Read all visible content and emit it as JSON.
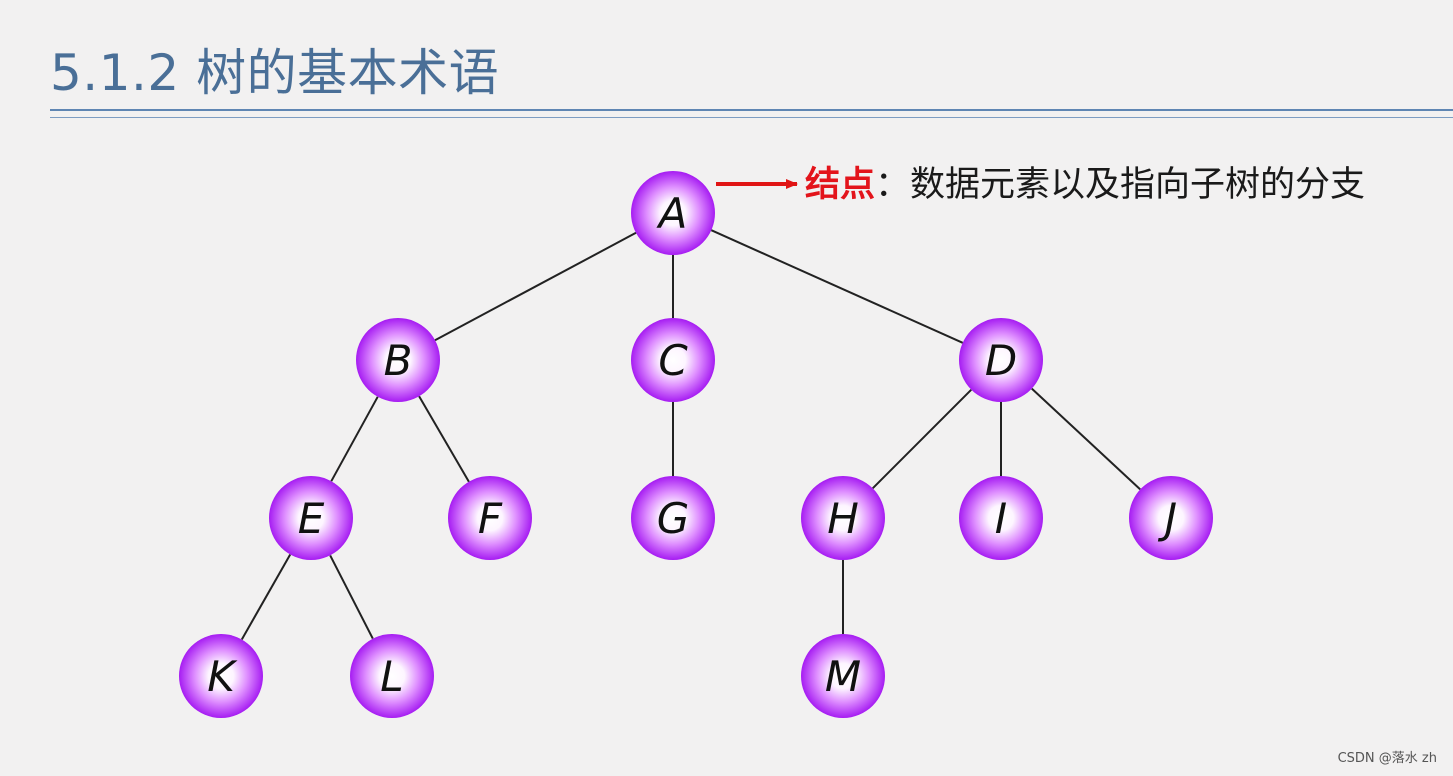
{
  "slide": {
    "title": "5.1.2 树的基本术语"
  },
  "annotation": {
    "term": "结点",
    "separator": "：",
    "definition": "数据元素以及指向子树的分支"
  },
  "tree": {
    "nodes": [
      {
        "id": "A",
        "label": "A"
      },
      {
        "id": "B",
        "label": "B"
      },
      {
        "id": "C",
        "label": "C"
      },
      {
        "id": "D",
        "label": "D"
      },
      {
        "id": "E",
        "label": "E"
      },
      {
        "id": "F",
        "label": "F"
      },
      {
        "id": "G",
        "label": "G"
      },
      {
        "id": "H",
        "label": "H"
      },
      {
        "id": "I",
        "label": "I"
      },
      {
        "id": "J",
        "label": "J"
      },
      {
        "id": "K",
        "label": "K"
      },
      {
        "id": "L",
        "label": "L"
      },
      {
        "id": "M",
        "label": "M"
      }
    ],
    "edges": [
      [
        "A",
        "B"
      ],
      [
        "A",
        "C"
      ],
      [
        "A",
        "D"
      ],
      [
        "B",
        "E"
      ],
      [
        "B",
        "F"
      ],
      [
        "C",
        "G"
      ],
      [
        "D",
        "H"
      ],
      [
        "D",
        "I"
      ],
      [
        "D",
        "J"
      ],
      [
        "E",
        "K"
      ],
      [
        "E",
        "L"
      ],
      [
        "H",
        "M"
      ]
    ]
  },
  "colors": {
    "title": "#4a6f97",
    "node_fill_center": "#ffffff",
    "node_fill_edge": "#a61cf2",
    "arrow": "#e01515",
    "term": "#e3141b"
  },
  "watermark": "CSDN @落水 zh"
}
